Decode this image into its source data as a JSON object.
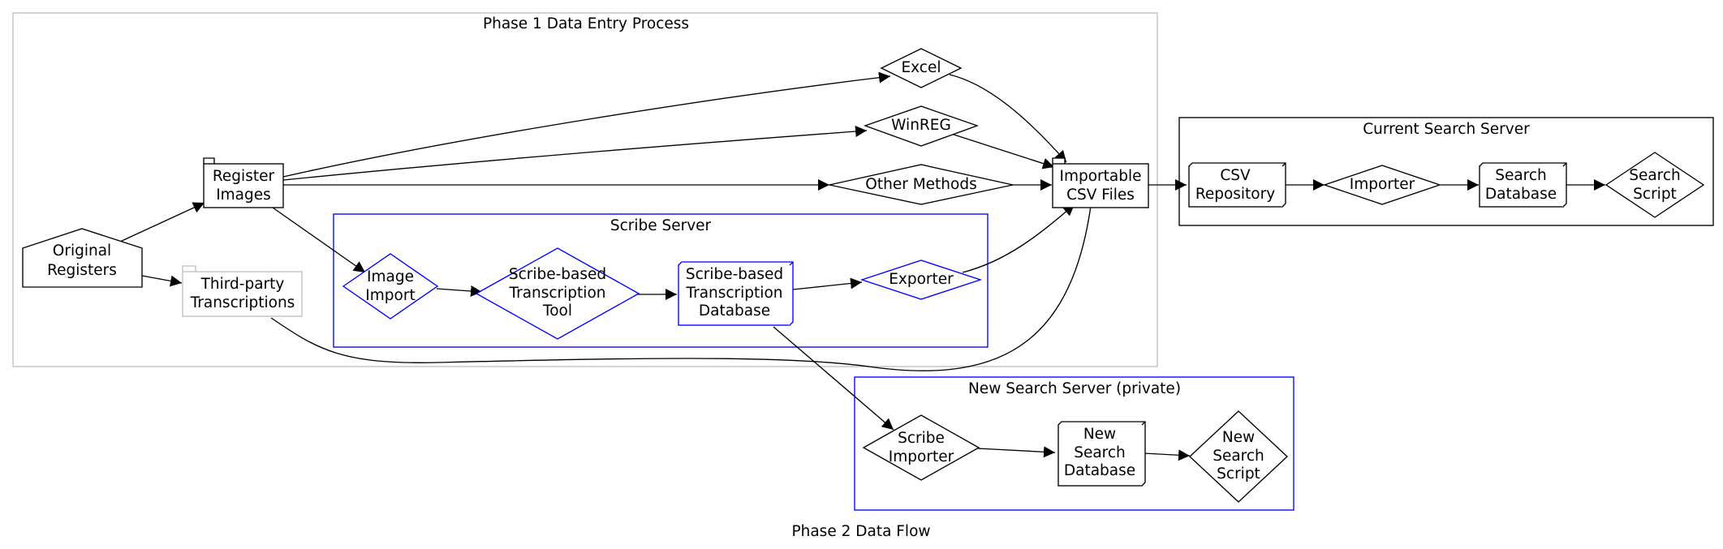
{
  "title": "Phase 2 Data Flow",
  "colors": {
    "default": "#000000",
    "scribe": "#0000ff",
    "muted": "#c0c0c0"
  },
  "clusters": {
    "phase1": "Phase 1 Data Entry Process",
    "scribe_server": "Scribe Server",
    "current_search": "Current Search Server",
    "new_search": "New Search Server (private)"
  },
  "nodes": {
    "original_registers": [
      "Original",
      "Registers"
    ],
    "register_images": [
      "Register",
      "Images"
    ],
    "third_party": [
      "Third-party",
      "Transcriptions"
    ],
    "excel": [
      "Excel"
    ],
    "winreg": [
      "WinREG"
    ],
    "other_methods": [
      "Other Methods"
    ],
    "importable_csv": [
      "Importable",
      "CSV Files"
    ],
    "image_import": [
      "Image",
      "Import"
    ],
    "transcription_tool": [
      "Scribe-based",
      "Transcription",
      "Tool"
    ],
    "transcription_db": [
      "Scribe-based",
      "Transcription",
      "Database"
    ],
    "exporter": [
      "Exporter"
    ],
    "csv_repository": [
      "CSV",
      "Repository"
    ],
    "importer": [
      "Importer"
    ],
    "search_database": [
      "Search",
      "Database"
    ],
    "search_script": [
      "Search",
      "Script"
    ],
    "scribe_importer": [
      "Scribe",
      "Importer"
    ],
    "new_search_database": [
      "New",
      "Search",
      "Database"
    ],
    "new_search_script": [
      "New",
      "Search",
      "Script"
    ]
  }
}
